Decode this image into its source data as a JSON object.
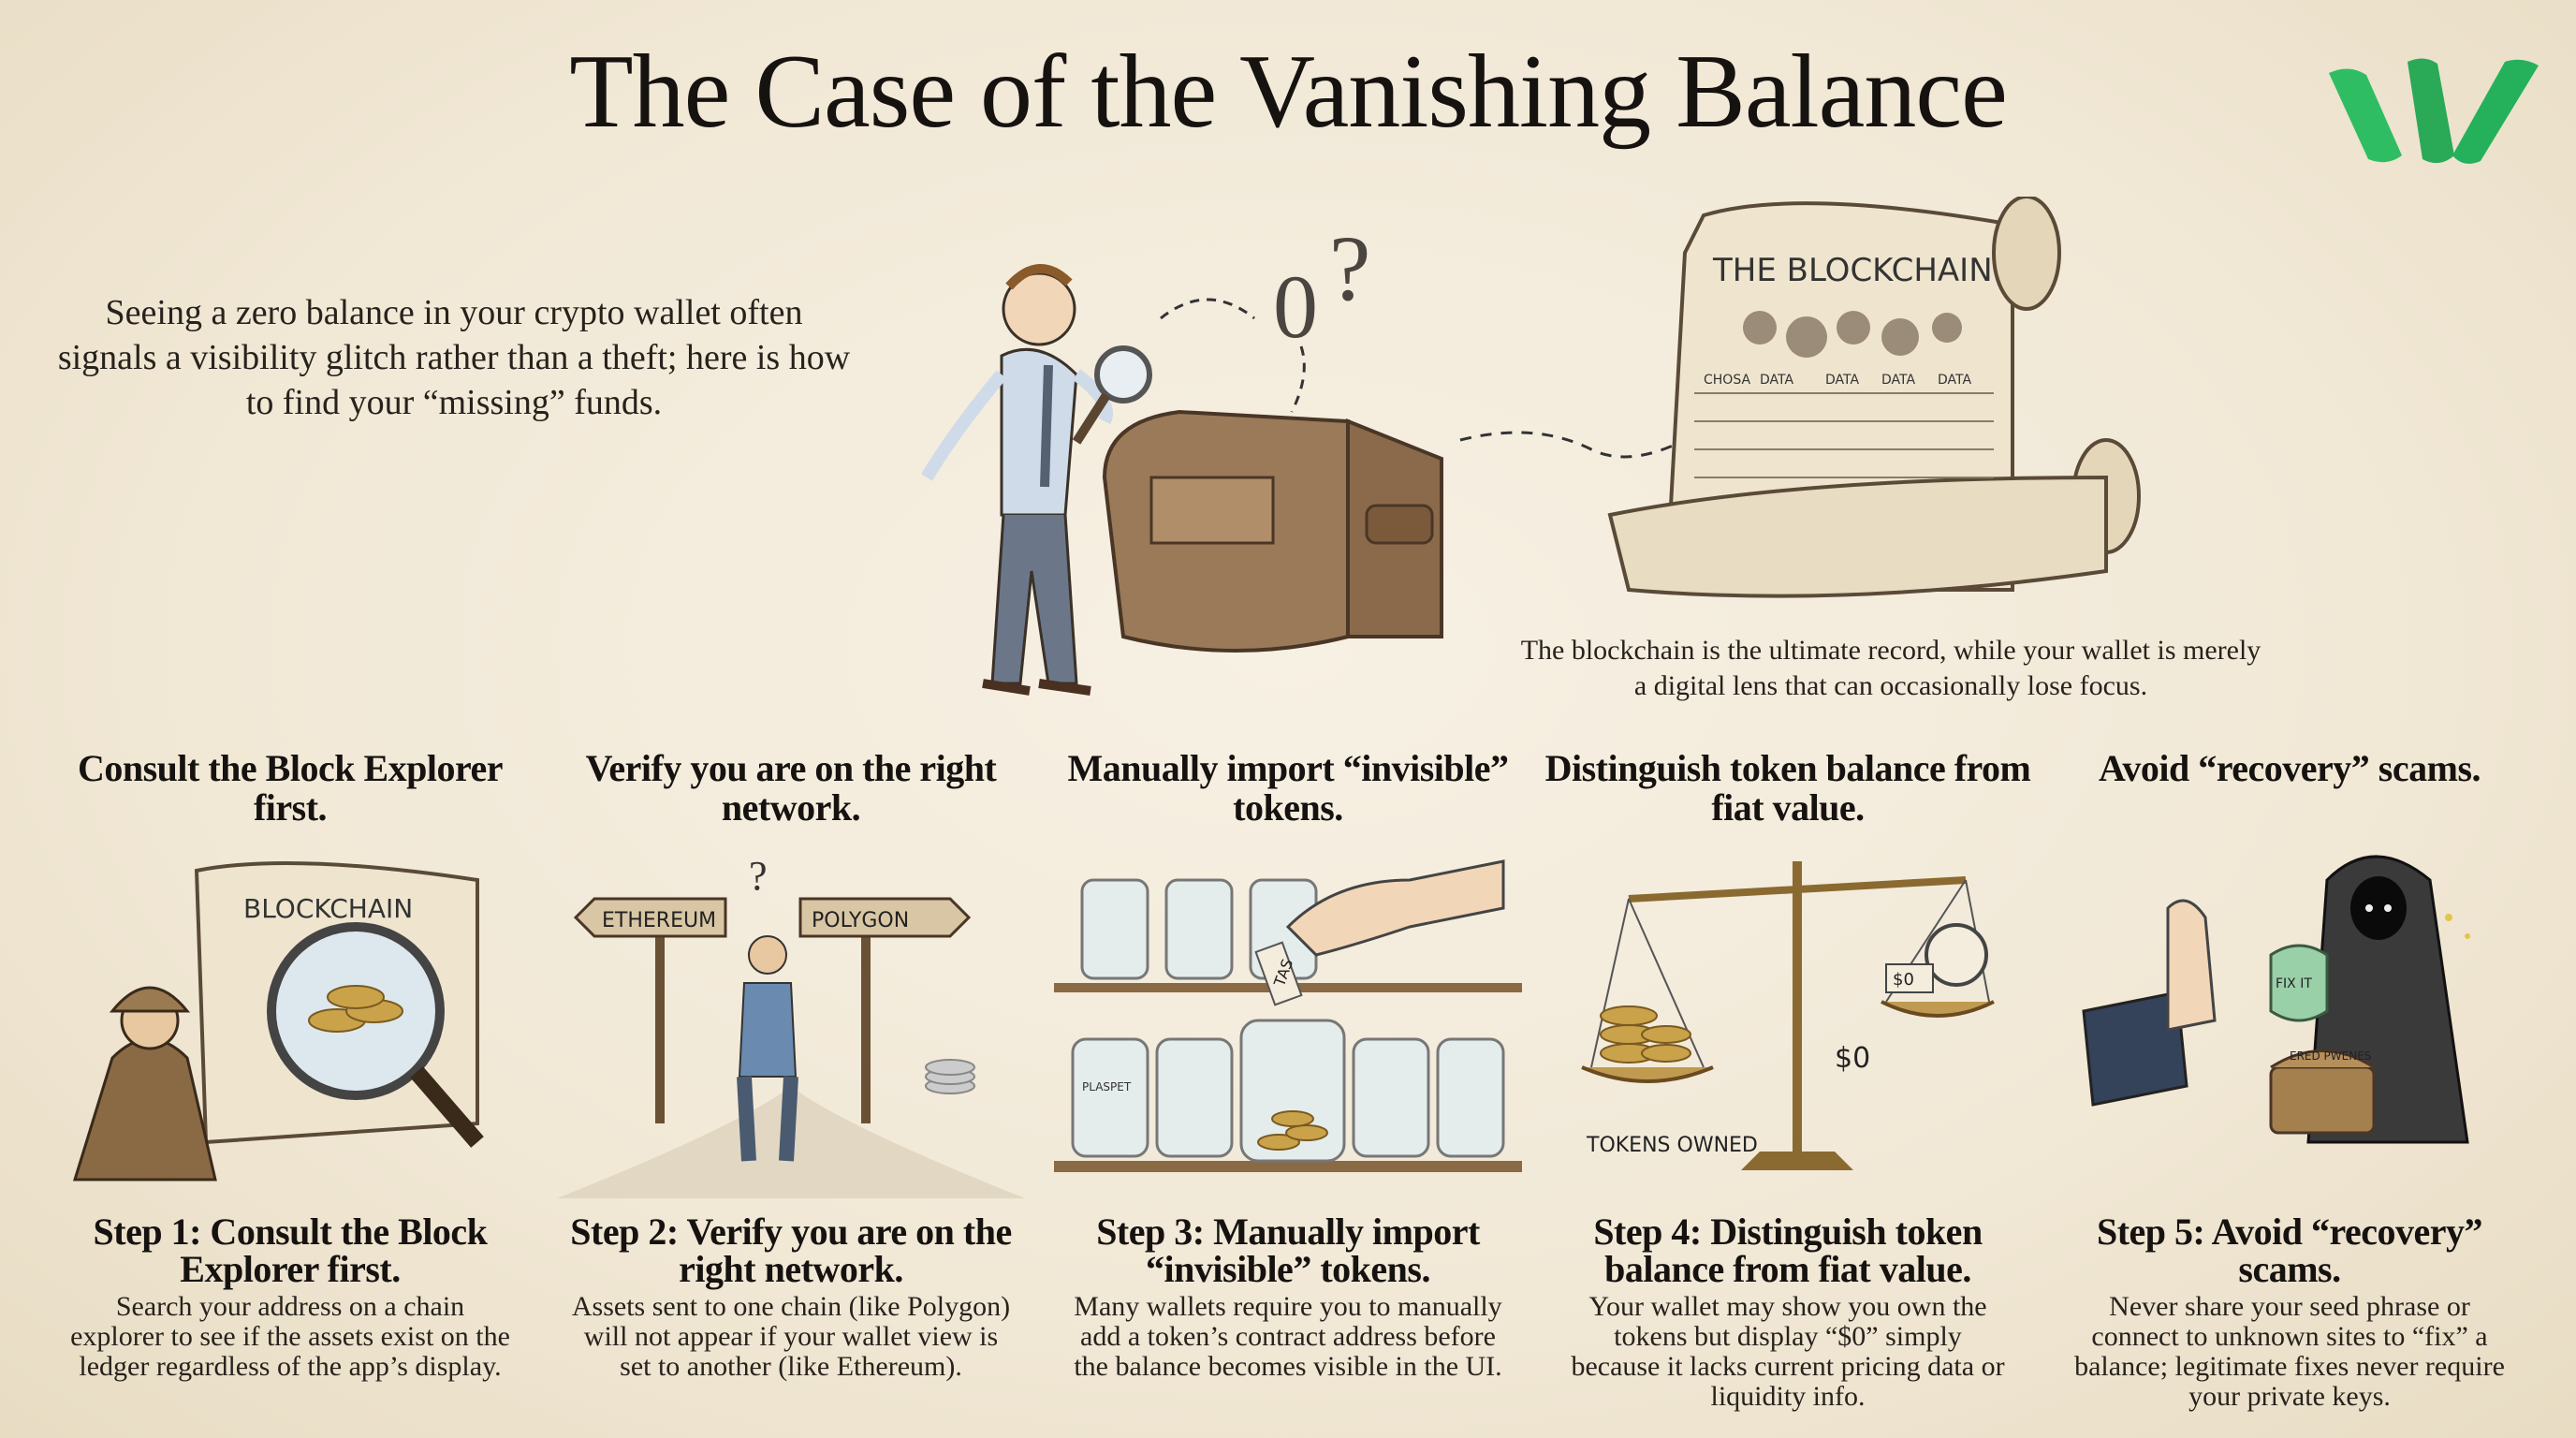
{
  "title": "The Case of the Vanishing Balance",
  "intro": "Seeing a zero balance in your crypto wallet often signals a visibility glitch rather than a theft; here is how to find your “missing” funds.",
  "hero": {
    "zero_label": "0",
    "question_mark": "?",
    "scroll_title": "THE BLOCKCHAIN",
    "scroll_columns": [
      "CHOSA",
      "DATA",
      "DATA",
      "DATA",
      "DATA"
    ],
    "caption": "The blockchain is the ultimate record, while your wallet is merely a digital lens that can occasionally lose focus."
  },
  "steps": [
    {
      "heading": "Consult the Block Explorer first.",
      "step_title": "Step 1: Consult the Block Explorer first.",
      "description": "Search your address on a chain explorer to see if the assets exist on the ledger regardless of the app’s display.",
      "art_label": "BLOCKCHAIN"
    },
    {
      "heading": "Verify you are on the right network.",
      "step_title": "Step 2: Verify you are on the right network.",
      "description": "Assets sent to one chain (like Polygon) will not appear if your wallet view is set to another (like Ethereum).",
      "art_labels": [
        "ETHEREUM",
        "POLYGON",
        "?"
      ]
    },
    {
      "heading": "Manually import “invisible” tokens.",
      "step_title": "Step 3: Manually import “invisible” tokens.",
      "description": "Many wallets require you to manually add a token’s contract address before the balance becomes visible in the UI.",
      "art_labels": [
        "TAS",
        "PLASPET"
      ]
    },
    {
      "heading": "Distinguish token balance from fiat value.",
      "step_title": "Step 4: Distinguish token balance from fiat value.",
      "description": "Your wallet may show you own the tokens but display “$0” simply because it lacks current pricing data or liquidity info.",
      "art_labels": [
        "TOKENS OWNED",
        "$0",
        "$0"
      ]
    },
    {
      "heading": "Avoid “recovery” scams.",
      "step_title": "Step 5: Avoid “recovery” scams.",
      "description": "Never share your seed phrase or connect to unknown sites to “fix” a balance; legitimate fixes never require your private keys.",
      "art_labels": [
        "FIX IT",
        "ERED PWENES"
      ]
    }
  ],
  "colors": {
    "ink": "#151210",
    "paper": "#f4ecdc",
    "leather": "#8a6a4a",
    "logo_green": "#34c26b"
  }
}
